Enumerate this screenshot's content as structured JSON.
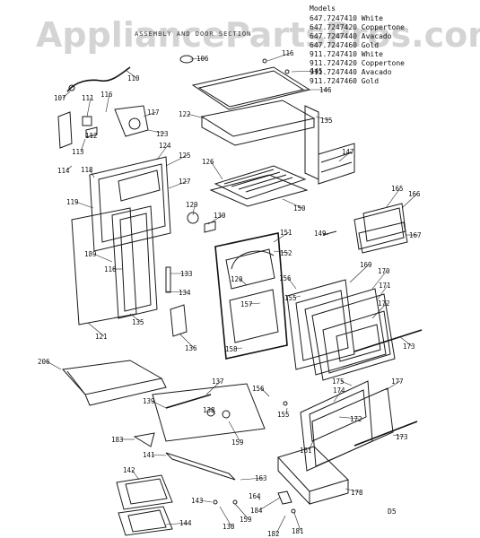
{
  "watermark": "AppliancePartsPros.com",
  "header_text": "ASSEMBLY AND DOOR SECTION",
  "models": {
    "heading": "Models",
    "rows": [
      "647.7247410 White",
      "647.7247420 Coppertone",
      "647.7247440 Avacado",
      "647.7247460 Gold",
      "911.7247410 White",
      "911.7247420 Coppertone",
      "911.7247440 Avacado",
      "911.7247460 Gold"
    ]
  },
  "diagram_code": "D5",
  "callouts": [
    "106",
    "116",
    "145",
    "146",
    "110",
    "107",
    "111",
    "116",
    "117",
    "122",
    "135",
    "112",
    "123",
    "113",
    "124",
    "125",
    "126",
    "147",
    "114",
    "118",
    "127",
    "119",
    "129",
    "130",
    "150",
    "165",
    "166",
    "167",
    "189",
    "116",
    "151",
    "152",
    "149",
    "133",
    "120",
    "156",
    "169",
    "170",
    "171",
    "155",
    "134",
    "157",
    "172",
    "121",
    "135",
    "136",
    "158",
    "173",
    "206",
    "175",
    "177",
    "137",
    "156",
    "174",
    "139",
    "138",
    "172",
    "155",
    "161",
    "173",
    "159",
    "183",
    "141",
    "163",
    "178",
    "142",
    "164",
    "143",
    "184",
    "144",
    "138",
    "159",
    "181",
    "182"
  ],
  "callout_names": [
    "106",
    "116a",
    "145",
    "146",
    "110",
    "107",
    "111",
    "116b",
    "117",
    "122",
    "135a",
    "112",
    "123",
    "113",
    "124",
    "125",
    "126",
    "147",
    "114",
    "118",
    "127",
    "119",
    "129",
    "130",
    "150",
    "165",
    "166",
    "167",
    "189",
    "116c",
    "151",
    "152",
    "149",
    "133",
    "120",
    "156a",
    "169",
    "170",
    "171",
    "155a",
    "134",
    "157",
    "172a",
    "121",
    "135b",
    "136",
    "158",
    "173a",
    "206",
    "175",
    "177",
    "137",
    "156b",
    "174",
    "139",
    "138a",
    "172b",
    "155b",
    "161",
    "173b",
    "159a",
    "183",
    "141",
    "163",
    "178",
    "142",
    "164",
    "143",
    "184",
    "144",
    "138b",
    "159b",
    "181",
    "182"
  ]
}
